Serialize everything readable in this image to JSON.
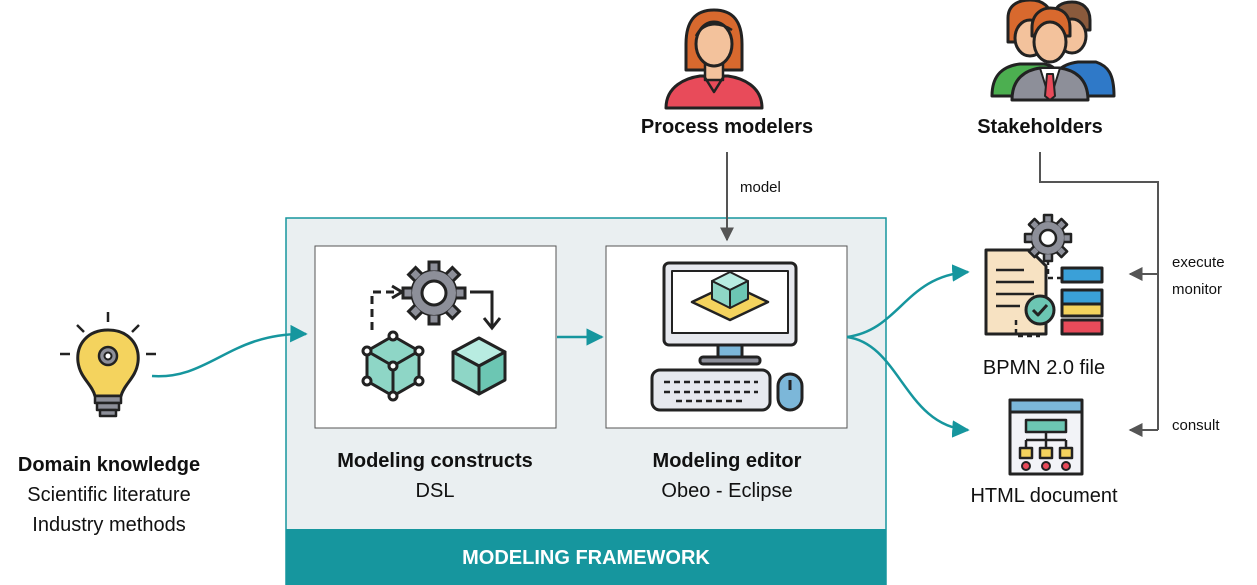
{
  "actors": {
    "process_modelers": "Process modelers",
    "stakeholders": "Stakeholders"
  },
  "inputs": {
    "domain_knowledge": {
      "title": "Domain knowledge",
      "lines": [
        "Scientific literature",
        "Industry methods"
      ]
    }
  },
  "framework": {
    "label": "MODELING FRAMEWORK",
    "constructs": {
      "title": "Modeling constructs",
      "subtitle": "DSL"
    },
    "editor": {
      "title": "Modeling editor",
      "subtitle": "Obeo - Eclipse"
    }
  },
  "outputs": {
    "bpmn": "BPMN 2.0 file",
    "html": "HTML document"
  },
  "edges": {
    "model": "model",
    "execute": "execute",
    "monitor": "monitor",
    "consult": "consult"
  },
  "colors": {
    "teal": "#16969e",
    "frame_fill": "#eaeff1",
    "frame_border": "#16969e",
    "arrow_gray": "#555555",
    "icon_dark": "#3a3f4b"
  }
}
